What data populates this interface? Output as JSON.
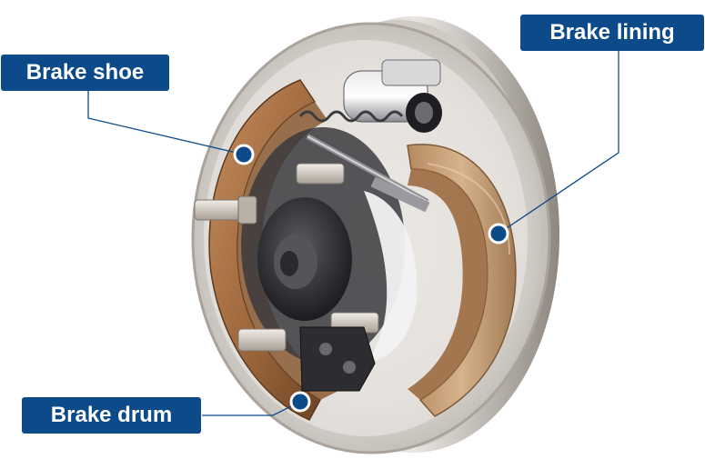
{
  "labels": {
    "brake_shoe": "Brake shoe",
    "brake_lining": "Brake lining",
    "brake_drum": "Brake drum"
  },
  "colors": {
    "label_bg": "#0c4a8a",
    "label_text": "#ffffff",
    "leader_line": "#0c4a8a",
    "shoe_copper": "#a9754a",
    "lining_tan": "#c9a47c",
    "drum_glass": "#d9d6d2",
    "hub_dark": "#2b2b2e"
  }
}
